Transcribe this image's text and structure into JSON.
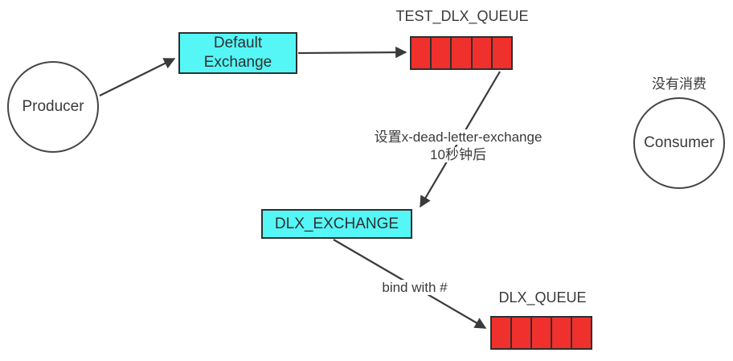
{
  "colors": {
    "exchange_fill": "#55f6f6",
    "queue_fill": "#f0302c",
    "line": "#3a3a3a",
    "text": "#3a3a3a"
  },
  "nodes": {
    "producer": {
      "label": "Producer"
    },
    "consumer": {
      "label": "Consumer",
      "note": "没有消费"
    },
    "default_exchange": {
      "line1": "Default",
      "line2": "Exchange"
    },
    "test_dlx_queue": {
      "title": "TEST_DLX_QUEUE",
      "cells": 5
    },
    "dlx_exchange": {
      "label": "DLX_EXCHANGE"
    },
    "dlx_queue": {
      "title": "DLX_QUEUE",
      "cells": 5
    }
  },
  "labels": {
    "dead_letter_line1": "设置x-dead-letter-exchange",
    "dead_letter_line2": "10秒钟后",
    "bind": "bind with #"
  }
}
